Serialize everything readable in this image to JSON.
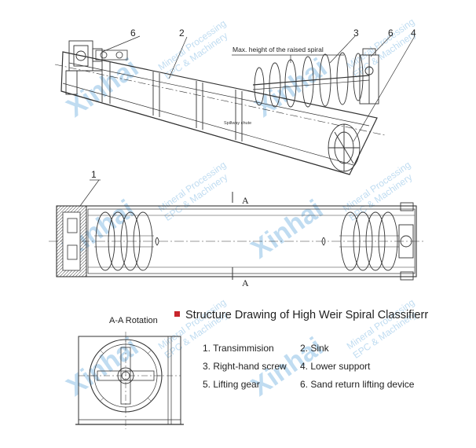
{
  "callouts": {
    "top_left_6": "6",
    "top_2": "2",
    "top_3": "3",
    "top_right_6": "6",
    "top_4": "4",
    "mid_1": "1",
    "max_height": "Max. height of the raised spiral",
    "spillway": "Spillway chute"
  },
  "section_marks": {
    "top": "A",
    "bottom": "A"
  },
  "aa_view": {
    "label": "A-A Rotation"
  },
  "title": {
    "text": "Structure Drawing of High Weir Spiral Classifierr",
    "bullet_color": "#c8262c"
  },
  "legend": [
    "1. Transimmision",
    "2. Sink",
    "3. Right-hand screw",
    "4. Lower support",
    "5. Lifting gear",
    "6. Sand return lifting device"
  ],
  "watermark": {
    "brand": "Xinhai",
    "line1": "Mineral Processing",
    "line2": "EPC & Machinery",
    "color": "#7fb8e0"
  }
}
